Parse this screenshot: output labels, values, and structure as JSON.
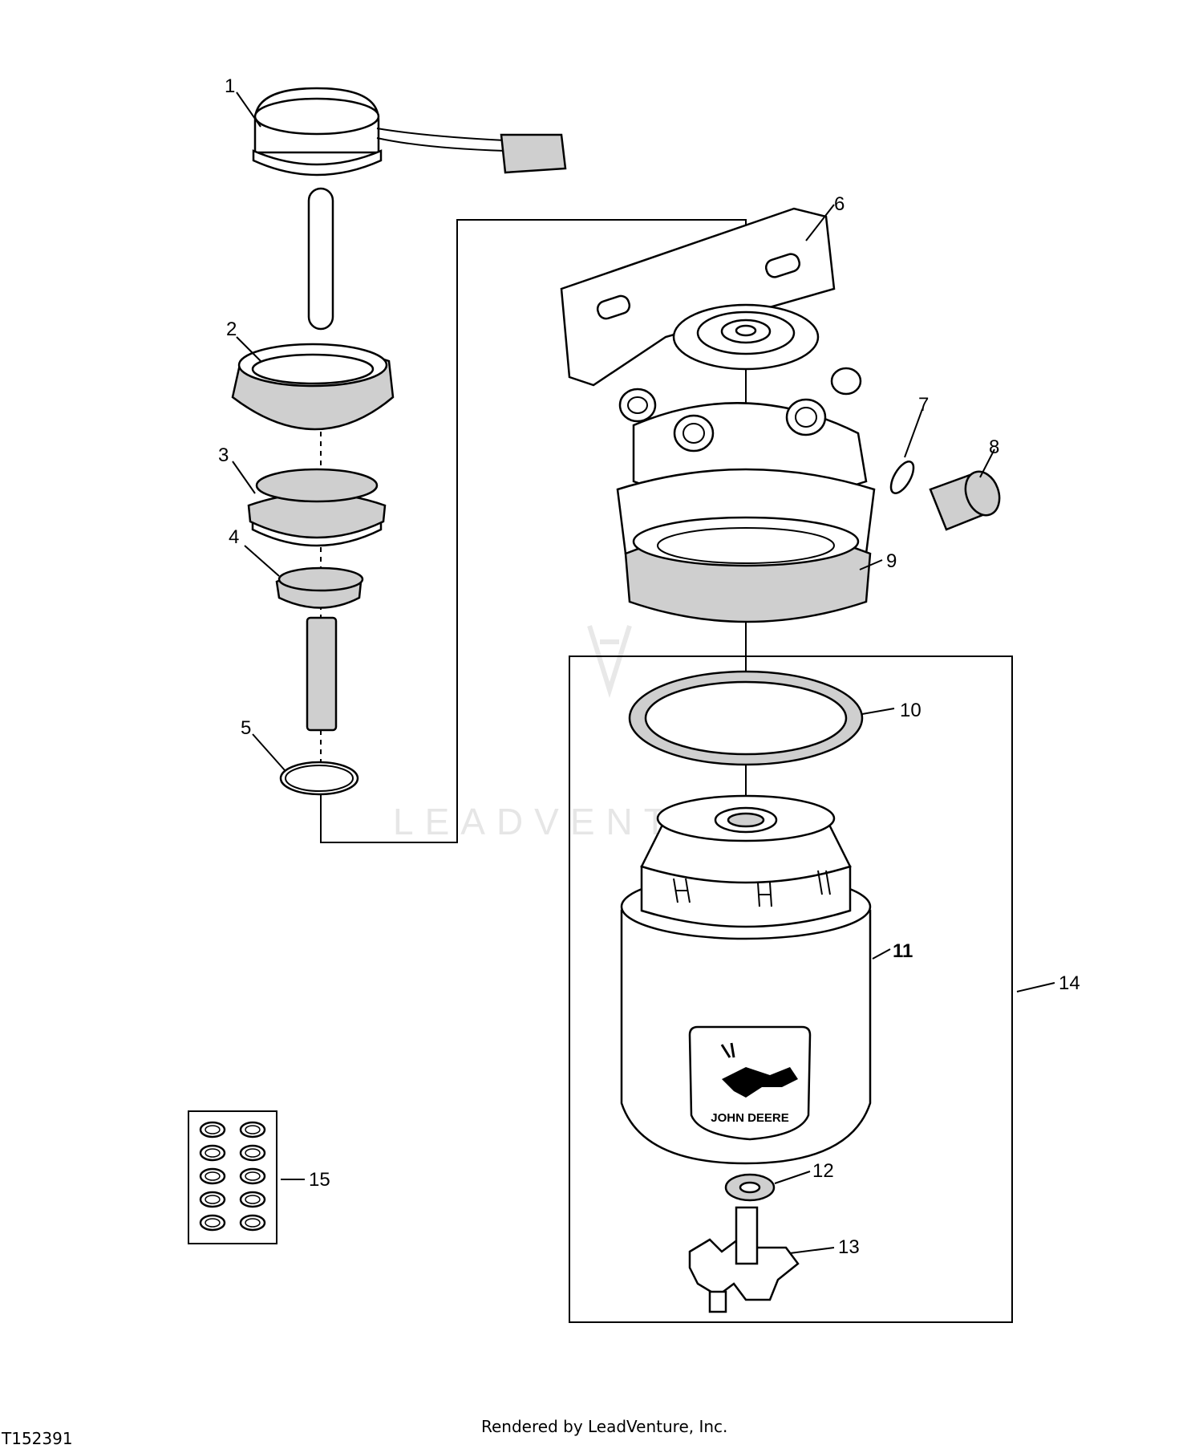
{
  "diagram": {
    "figure_id": "T152391",
    "footer": "Rendered by LeadVenture, Inc.",
    "watermark": "LEADVENTURE",
    "brand_logo_text": "JOHN DEERE",
    "callouts": [
      "1",
      "2",
      "3",
      "4",
      "5",
      "6",
      "7",
      "8",
      "9",
      "10",
      "11",
      "12",
      "13",
      "14",
      "15"
    ]
  }
}
